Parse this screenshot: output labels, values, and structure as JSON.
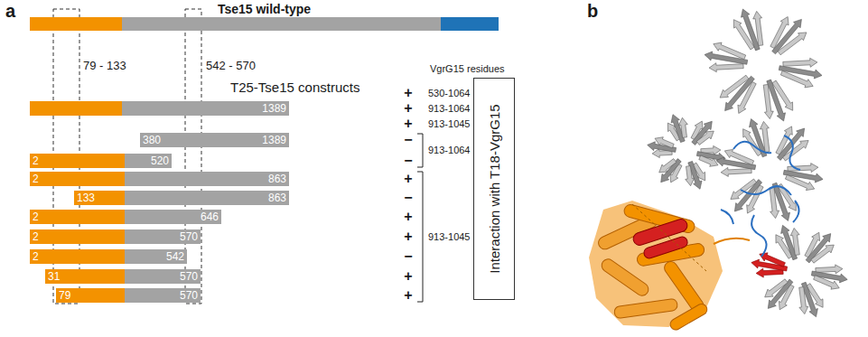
{
  "diagram": {
    "nodes": [
      {
        "text": [
          "Tse15 wild-type"
        ]
      },
      {
        "text": [
          "1389"
        ]
      },
      {
        "text": [
          "380",
          "1389"
        ]
      },
      {
        "text": [
          "2",
          "520"
        ]
      },
      {
        "text": [
          "2",
          "863"
        ]
      },
      {
        "text": [
          "133",
          "863"
        ]
      },
      {
        "text": [
          "2",
          "646"
        ]
      },
      {
        "text": [
          "2",
          "570"
        ]
      },
      {
        "text": [
          "2",
          "542"
        ]
      },
      {
        "text": [
          "31",
          "570"
        ]
      },
      {
        "text": [
          "79",
          "570"
        ]
      },
      {
        "text": [
          "Interaction with T18-VgrG15"
        ]
      }
    ],
    "labels": [
      "a",
      "b",
      "79 - 133",
      "542 - 570",
      "T25-Tse15 constructs",
      "VgrG15 residues",
      "+",
      "530-1064",
      "+",
      "913-1064",
      "+",
      "913-1045",
      "−",
      "−",
      "913-1064",
      "+",
      "−",
      "+",
      "+",
      "−",
      "+",
      "+",
      "913-1045"
    ]
  }
}
